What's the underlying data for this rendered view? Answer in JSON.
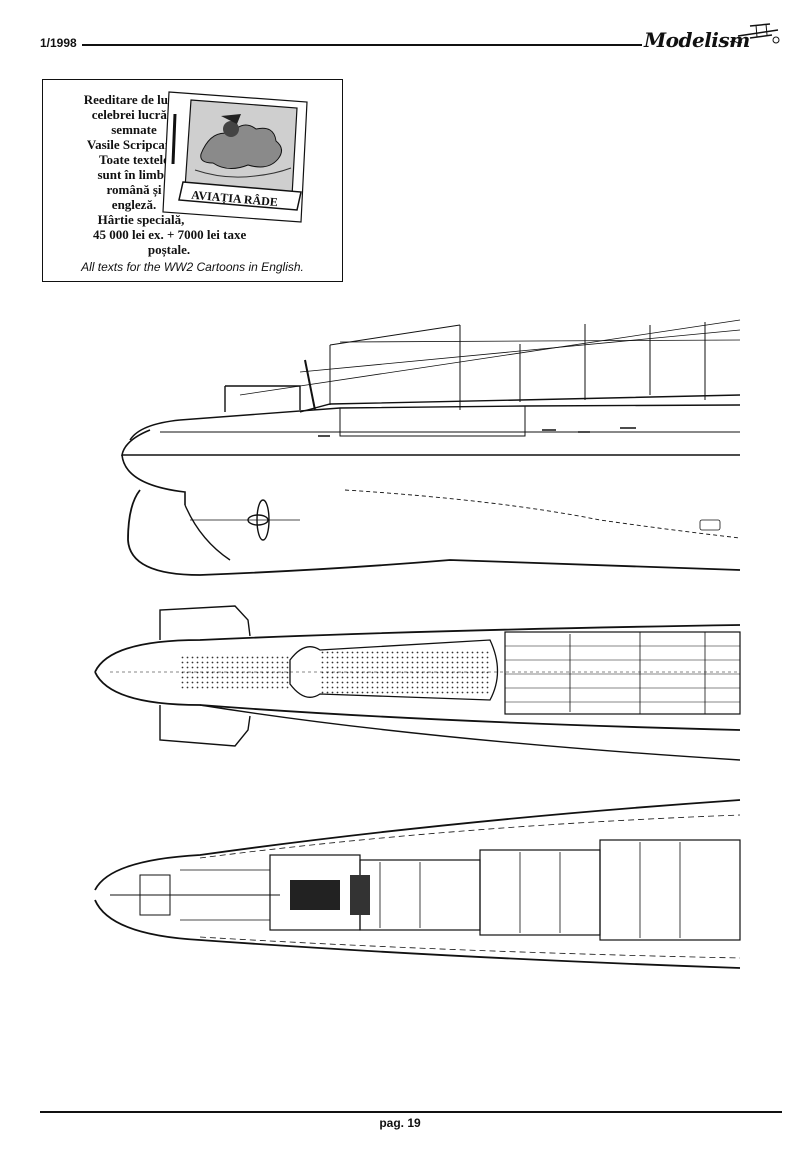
{
  "header": {
    "issue": "1/1998",
    "magazine": "Modelism"
  },
  "ad": {
    "lines": [
      "Reeditare de lux a",
      "celebrei lucrări",
      "semnate",
      "Vasile Scripcaru.",
      "Toate textele",
      "sunt în limba",
      "română și",
      "engleză.",
      "Hârtie specială,",
      "45 000 lei ex. + 7000 lei taxe",
      "poștale."
    ],
    "book_title": "AVIAȚIA RÂDE",
    "english_note": "All texts for the WW2 Cartoons in English."
  },
  "footer": {
    "page": "pag. 19"
  }
}
